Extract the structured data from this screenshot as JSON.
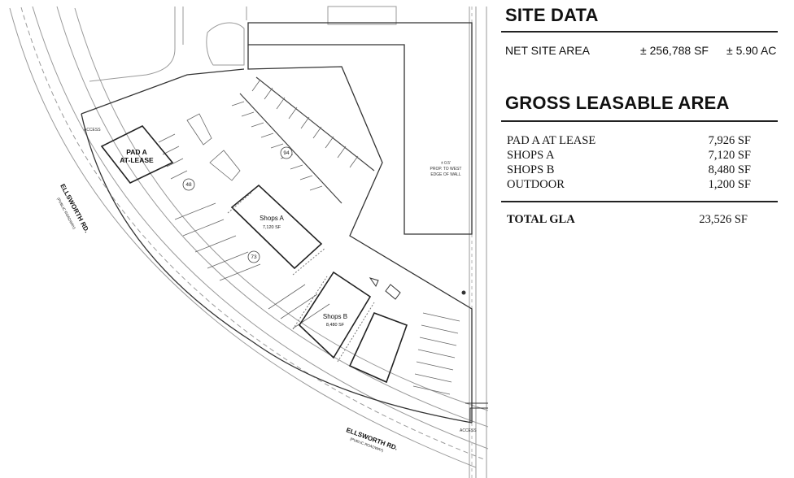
{
  "plan": {
    "pad_a_line1": "PAD A",
    "pad_a_line2": "AT-LEASE",
    "shops_a_name": "Shops A",
    "shops_a_area": "7,120 SF",
    "shops_b_name": "Shops B",
    "shops_b_area": "8,480 SF",
    "road_name": "ELLSWORTH RD.",
    "road_sub": "(PUBLIC ROADWAY)",
    "access_label": "ACCESS",
    "wall_note_1": "± 0.5'",
    "wall_note_2": "PROP. TO WEST",
    "wall_note_3": "EDGE OF WALL",
    "stall_count_1": "48",
    "stall_count_2": "94",
    "stall_count_3": "73"
  },
  "site_data": {
    "heading": "SITE DATA",
    "net_label": "NET SITE AREA",
    "net_sf": "± 256,788 SF",
    "net_ac": "± 5.90 AC"
  },
  "gla": {
    "heading": "GROSS LEASABLE AREA",
    "rows": [
      {
        "label": "PAD A AT LEASE",
        "value": "7,926 SF"
      },
      {
        "label": "SHOPS A",
        "value": "7,120 SF"
      },
      {
        "label": "SHOPS B",
        "value": "8,480 SF"
      },
      {
        "label": "OUTDOOR",
        "value": "1,200 SF"
      }
    ],
    "total_label": "TOTAL GLA",
    "total_value": "23,526 SF"
  }
}
